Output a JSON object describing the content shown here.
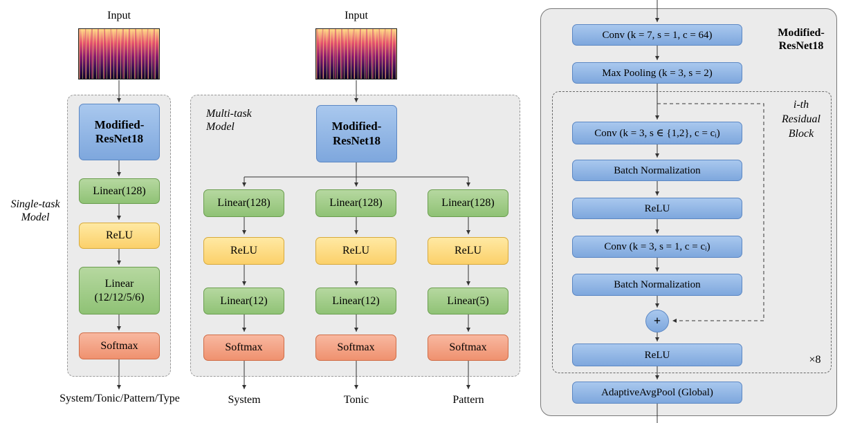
{
  "single_task": {
    "input_label": "Input",
    "model_label": "Single-task\nModel",
    "backbone": "Modified-\nResNet18",
    "linear1": "Linear(128)",
    "relu": "ReLU",
    "linear2": "Linear\n(12/12/5/6)",
    "softmax": "Softmax",
    "output": "System/Tonic/Pattern/Type"
  },
  "multi_task": {
    "input_label": "Input",
    "model_label": "Multi-task\nModel",
    "backbone": "Modified-\nResNet18",
    "heads": [
      {
        "linear1": "Linear(128)",
        "relu": "ReLU",
        "linear2": "Linear(12)",
        "softmax": "Softmax",
        "output": "System"
      },
      {
        "linear1": "Linear(128)",
        "relu": "ReLU",
        "linear2": "Linear(12)",
        "softmax": "Softmax",
        "output": "Tonic"
      },
      {
        "linear1": "Linear(128)",
        "relu": "ReLU",
        "linear2": "Linear(5)",
        "softmax": "Softmax",
        "output": "Pattern"
      }
    ]
  },
  "resnet": {
    "title": "Modified-\nResNet18",
    "conv1": "Conv (k = 7, s = 1, c = 64)",
    "maxpool": "Max Pooling (k = 3, s = 2)",
    "block_label": "i-th\nResidual\nBlock",
    "block_conv1": "Conv (k = 3, s ∈ {1,2}, c = cᵢ)",
    "block_bn1": "Batch Normalization",
    "block_relu": "ReLU",
    "block_conv2": "Conv (k = 3, s = 1, c = cᵢ)",
    "block_bn2": "Batch Normalization",
    "add_symbol": "+",
    "relu_out": "ReLU",
    "repeat": "×8",
    "pool": "AdaptiveAvgPool (Global)"
  }
}
